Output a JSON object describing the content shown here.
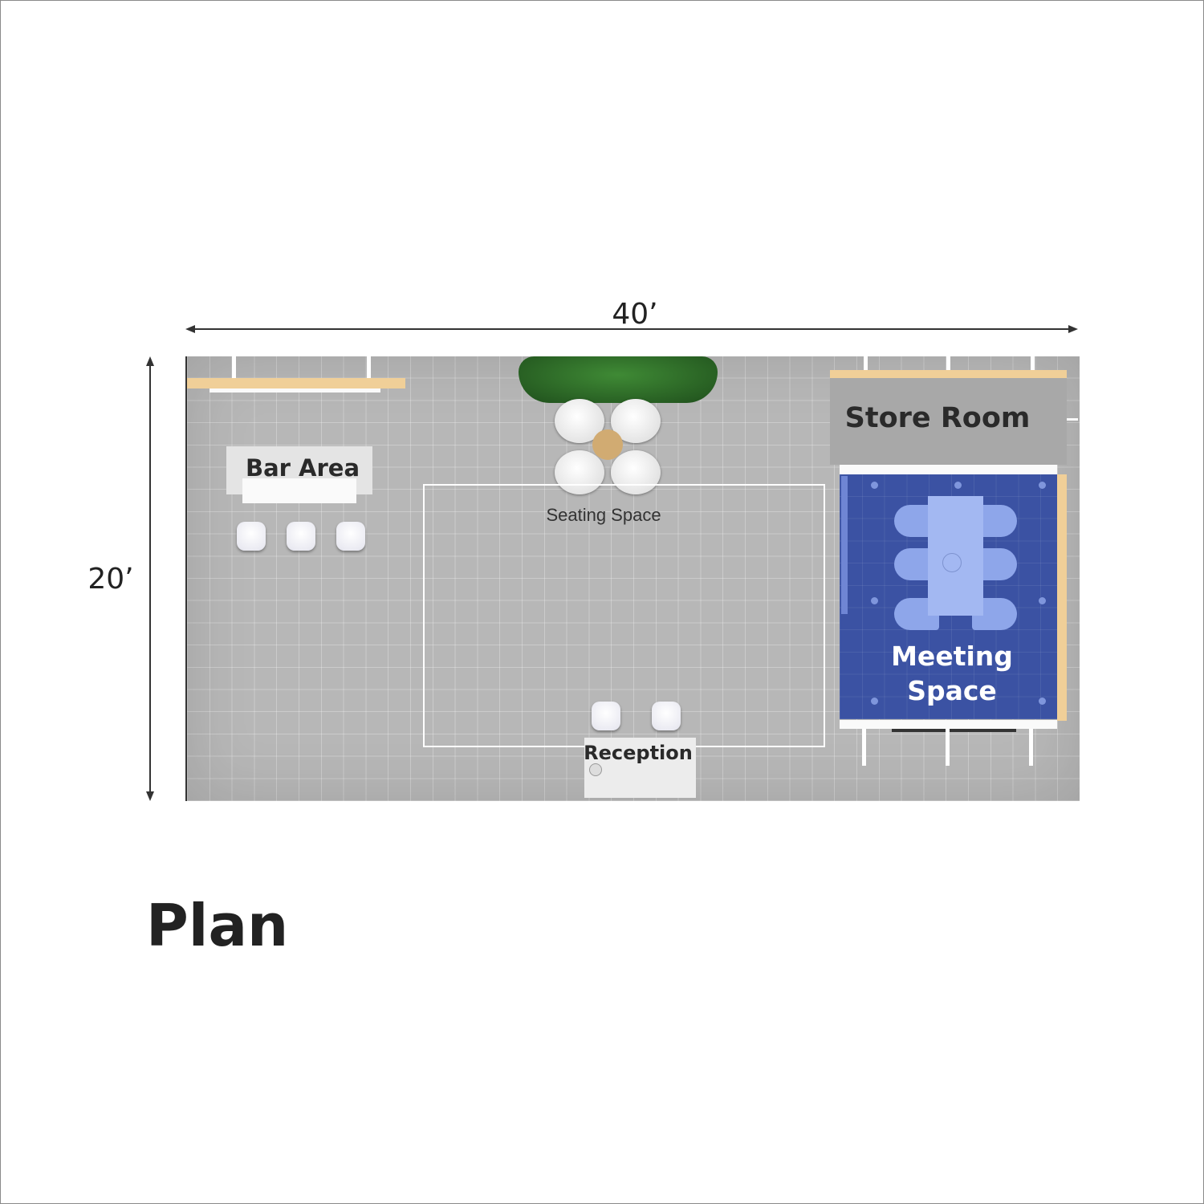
{
  "dimensions": {
    "width_label": "40’",
    "depth_label": "20’"
  },
  "zones": {
    "bar": "Bar Area",
    "seating": "Seating Space",
    "reception": "Reception",
    "store": "Store Room",
    "meeting_line1": "Meeting",
    "meeting_line2": "Space"
  },
  "caption": "Plan",
  "colors": {
    "floor": "#b7b7b7",
    "meeting": "#3b52a3",
    "wood": "#f0cf98",
    "plant": "#2f6b2a"
  }
}
